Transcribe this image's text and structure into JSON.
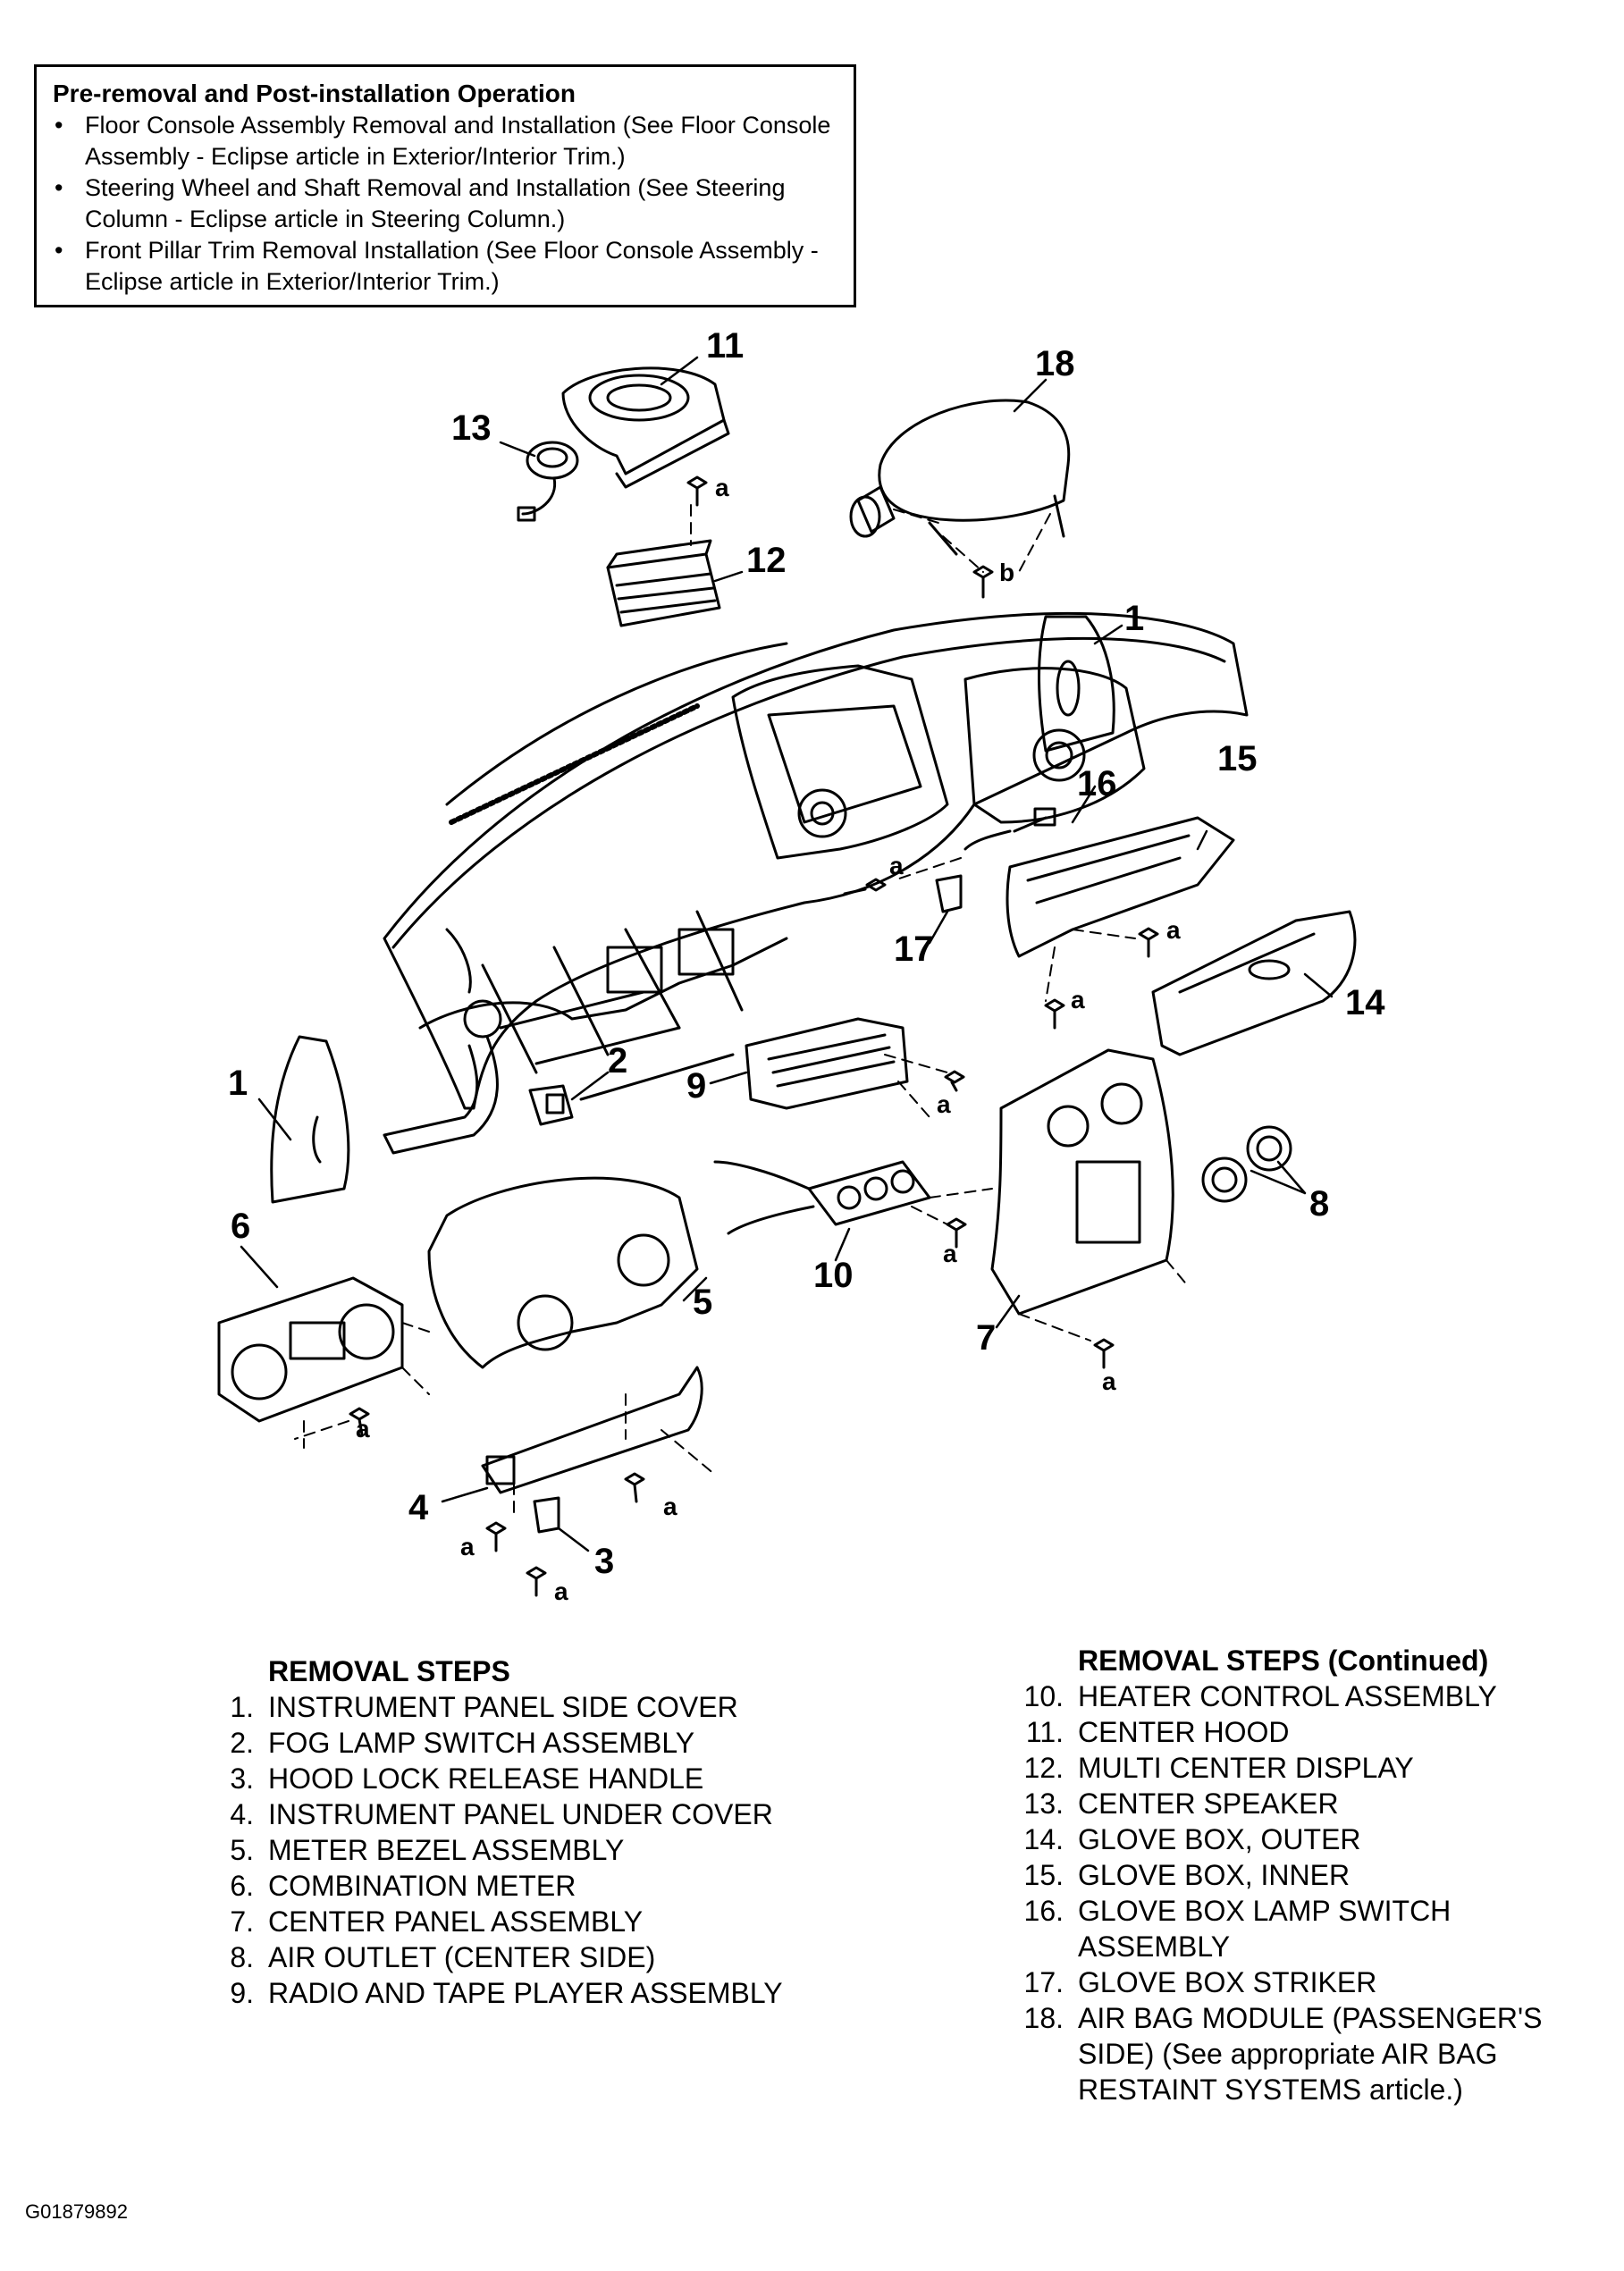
{
  "note": {
    "title": "Pre-removal and Post-installation Operation",
    "items": [
      "Floor Console Assembly Removal and Installation (See Floor Console Assembly - Eclipse article in Exterior/Interior Trim.)",
      "Steering Wheel and Shaft Removal and Installation (See Steering Column - Eclipse article in Steering Column.)",
      "Front Pillar Trim Removal Installation (See Floor Console Assembly - Eclipse article in Exterior/Interior Trim.)"
    ]
  },
  "callouts": {
    "c1a": "1",
    "c1b": "1",
    "c2": "2",
    "c3": "3",
    "c4": "4",
    "c5": "5",
    "c6": "6",
    "c7": "7",
    "c8": "8",
    "c9": "9",
    "c10": "10",
    "c11": "11",
    "c12": "12",
    "c13": "13",
    "c14": "14",
    "c15": "15",
    "c16": "16",
    "c17": "17",
    "c18": "18"
  },
  "fastener_labels": {
    "a": "a",
    "b": "b"
  },
  "steps_left": {
    "heading": "REMOVAL STEPS",
    "items": [
      {
        "num": "1.",
        "text": "INSTRUMENT PANEL SIDE COVER"
      },
      {
        "num": "2.",
        "text": "FOG LAMP SWITCH ASSEMBLY"
      },
      {
        "num": "3.",
        "text": "HOOD LOCK RELEASE HANDLE"
      },
      {
        "num": "4.",
        "text": "INSTRUMENT PANEL UNDER COVER"
      },
      {
        "num": "5.",
        "text": "METER BEZEL ASSEMBLY"
      },
      {
        "num": "6.",
        "text": "COMBINATION METER"
      },
      {
        "num": "7.",
        "text": "CENTER PANEL ASSEMBLY"
      },
      {
        "num": "8.",
        "text": "AIR OUTLET (CENTER SIDE)"
      },
      {
        "num": "9.",
        "text": "RADIO AND TAPE PLAYER ASSEMBLY"
      }
    ]
  },
  "steps_right": {
    "heading": "REMOVAL STEPS (Continued)",
    "items": [
      {
        "num": "10.",
        "text": "HEATER CONTROL ASSEMBLY"
      },
      {
        "num": "11.",
        "text": "CENTER HOOD"
      },
      {
        "num": "12.",
        "text": "MULTI CENTER DISPLAY"
      },
      {
        "num": "13.",
        "text": "CENTER SPEAKER"
      },
      {
        "num": "14.",
        "text": "GLOVE BOX, OUTER"
      },
      {
        "num": "15.",
        "text": "GLOVE BOX, INNER"
      },
      {
        "num": "16.",
        "text": "GLOVE BOX LAMP SWITCH ASSEMBLY"
      },
      {
        "num": "17.",
        "text": "GLOVE BOX STRIKER"
      },
      {
        "num": "18.",
        "text": "AIR BAG MODULE (PASSENGER'S SIDE) (See appropriate AIR BAG RESTAINT SYSTEMS article.)"
      }
    ]
  },
  "figure_id": "G01879892"
}
